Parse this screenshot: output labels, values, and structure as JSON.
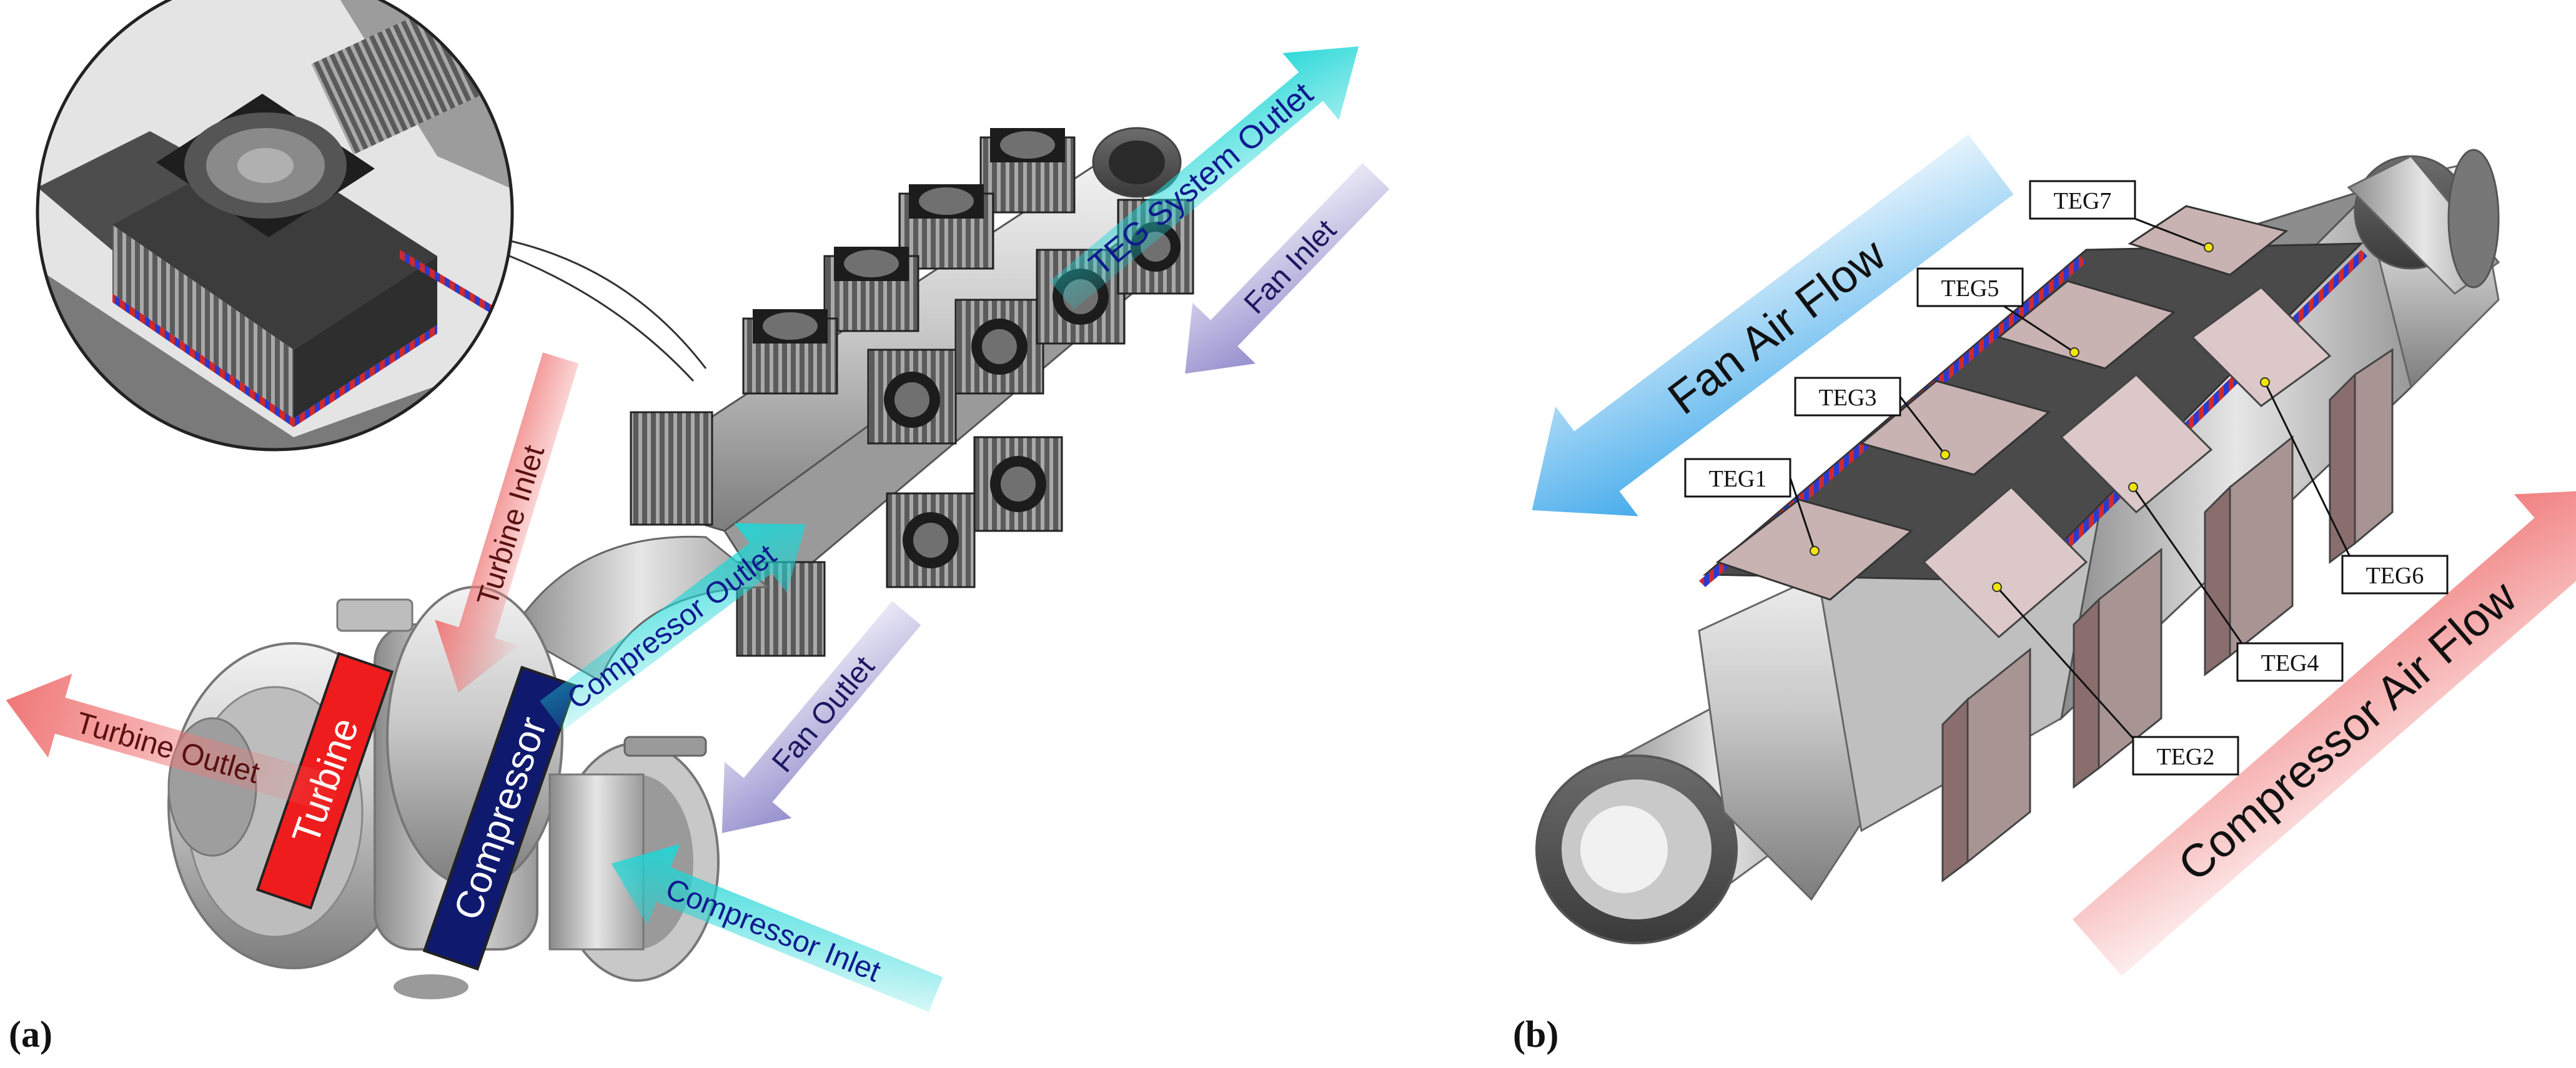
{
  "panel_a": {
    "label": "(a)",
    "arrows": {
      "turbine_inlet": "Turbine Inlet",
      "turbine_outlet": "Turbine Outlet",
      "compressor_outlet": "Compressor Outlet",
      "compressor_inlet": "Compressor Inlet",
      "fan_outlet": "Fan Outlet",
      "fan_inlet": "Fan Inlet",
      "teg_system_outlet": "TEG System Outlet"
    },
    "blocks": {
      "turbine": "Turbine",
      "compressor": "Compressor"
    }
  },
  "panel_b": {
    "label": "(b)",
    "flows": {
      "fan_air_flow": "Fan Air Flow",
      "compressor_air_flow": "Compressor Air Flow"
    },
    "teg_labels": [
      "TEG1",
      "TEG2",
      "TEG3",
      "TEG4",
      "TEG5",
      "TEG6",
      "TEG7"
    ]
  },
  "colors": {
    "turbine_block": "#ee1c1c",
    "compressor_block": "#0f1a6e",
    "cyan_arrow": "#1fd6d6",
    "lavender_arrow": "#8b84c9",
    "red_arrow": "#f07878",
    "blue_flow": "#3aa6ea",
    "teg_tile": "#c8b2b2"
  }
}
